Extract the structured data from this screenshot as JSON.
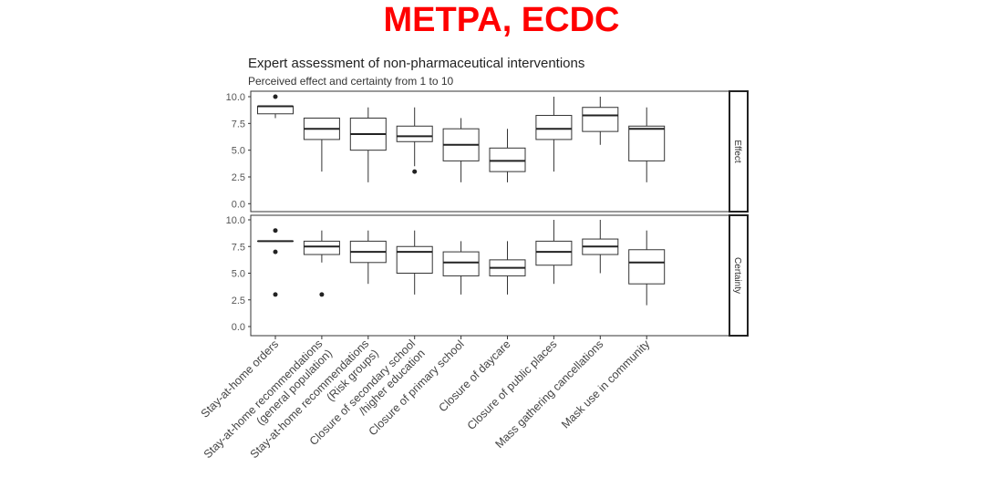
{
  "banner": "METPA, ECDC",
  "colors": {
    "banner": "#ff0000",
    "box": "#333333"
  },
  "chart_data": {
    "type": "boxplot",
    "title": "Expert assessment of non-pharmaceutical interventions",
    "subtitle": "Perceived effect and certainty from 1 to 10",
    "categories": [
      "Stay-at-home orders",
      "Stay-at-home recommendations\n(general population)",
      "Stay-at-home recommendations\n(Risk groups)",
      "Closure of secondary school\n/higher education",
      "Closure of primary school",
      "Closure of daycare",
      "Closure of public places",
      "Mass gathering cancellations",
      "Mask use in community"
    ],
    "ylim": [
      0,
      10
    ],
    "yticks": [
      "0.0",
      "2.5",
      "5.0",
      "7.5",
      "10.0"
    ],
    "panels": [
      {
        "name": "Effect",
        "boxes": [
          {
            "low": 8.0,
            "q1": 8.4,
            "median": 9.1,
            "q3": 9.1,
            "high": 9.1,
            "outliers": [
              10
            ]
          },
          {
            "low": 3,
            "q1": 6,
            "median": 7,
            "q3": 8,
            "high": 8,
            "outliers": []
          },
          {
            "low": 2,
            "q1": 5,
            "median": 6.5,
            "q3": 8,
            "high": 9,
            "outliers": []
          },
          {
            "low": 3.5,
            "q1": 5.8,
            "median": 6.3,
            "q3": 7.25,
            "high": 9,
            "outliers": [
              3
            ]
          },
          {
            "low": 2,
            "q1": 4,
            "median": 5.5,
            "q3": 7,
            "high": 8,
            "outliers": []
          },
          {
            "low": 2,
            "q1": 3,
            "median": 4,
            "q3": 5.2,
            "high": 7,
            "outliers": []
          },
          {
            "low": 3,
            "q1": 6,
            "median": 7,
            "q3": 8.25,
            "high": 10,
            "outliers": []
          },
          {
            "low": 5.5,
            "q1": 6.75,
            "median": 8.25,
            "q3": 9,
            "high": 10,
            "outliers": []
          },
          {
            "low": 2,
            "q1": 4,
            "median": 7,
            "q3": 7.25,
            "high": 9,
            "outliers": []
          }
        ]
      },
      {
        "name": "Certainty",
        "boxes": [
          {
            "low": 8,
            "q1": 8,
            "median": 8,
            "q3": 8,
            "high": 8,
            "outliers": [
              9,
              7,
              3
            ]
          },
          {
            "low": 6,
            "q1": 6.75,
            "median": 7.5,
            "q3": 8,
            "high": 9,
            "outliers": [
              3
            ]
          },
          {
            "low": 4,
            "q1": 6,
            "median": 7,
            "q3": 8,
            "high": 9,
            "outliers": []
          },
          {
            "low": 3,
            "q1": 5,
            "median": 7,
            "q3": 7.5,
            "high": 9,
            "outliers": []
          },
          {
            "low": 3,
            "q1": 4.75,
            "median": 6,
            "q3": 7,
            "high": 8,
            "outliers": []
          },
          {
            "low": 3,
            "q1": 4.75,
            "median": 5.5,
            "q3": 6.25,
            "high": 8,
            "outliers": []
          },
          {
            "low": 4,
            "q1": 5.75,
            "median": 7,
            "q3": 8,
            "high": 10,
            "outliers": []
          },
          {
            "low": 5,
            "q1": 6.75,
            "median": 7.5,
            "q3": 8.2,
            "high": 10,
            "outliers": []
          },
          {
            "low": 2,
            "q1": 4,
            "median": 6,
            "q3": 7.2,
            "high": 9,
            "outliers": []
          }
        ]
      }
    ],
    "grid": false,
    "legend": "none"
  }
}
